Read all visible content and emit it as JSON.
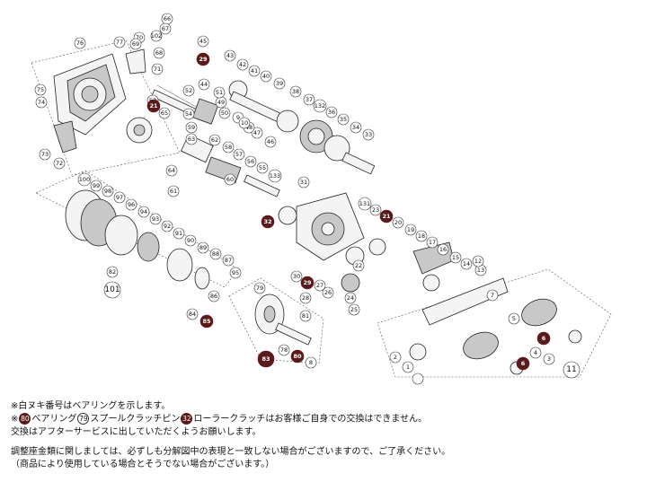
{
  "parts": [
    {
      "id": "66"
    },
    {
      "id": "67"
    },
    {
      "id": "76"
    },
    {
      "id": "77"
    },
    {
      "id": "70"
    },
    {
      "id": "69"
    },
    {
      "id": "102"
    },
    {
      "id": "68"
    },
    {
      "id": "71"
    },
    {
      "id": "72"
    },
    {
      "id": "73"
    },
    {
      "id": "74"
    },
    {
      "id": "75"
    },
    {
      "id": "45"
    },
    {
      "id": "43"
    },
    {
      "id": "42"
    },
    {
      "id": "41"
    },
    {
      "id": "40"
    },
    {
      "id": "39"
    },
    {
      "id": "38"
    },
    {
      "id": "37"
    },
    {
      "id": "132"
    },
    {
      "id": "36"
    },
    {
      "id": "35"
    },
    {
      "id": "34"
    },
    {
      "id": "33"
    },
    {
      "id": "44"
    },
    {
      "id": "52"
    },
    {
      "id": "53"
    },
    {
      "id": "65"
    },
    {
      "id": "47"
    },
    {
      "id": "46"
    },
    {
      "id": "48"
    },
    {
      "id": "49"
    },
    {
      "id": "50"
    },
    {
      "id": "51"
    },
    {
      "id": "54"
    },
    {
      "id": "9"
    },
    {
      "id": "10"
    },
    {
      "id": "59"
    },
    {
      "id": "63"
    },
    {
      "id": "62"
    },
    {
      "id": "58"
    },
    {
      "id": "57"
    },
    {
      "id": "56"
    },
    {
      "id": "55"
    },
    {
      "id": "133"
    },
    {
      "id": "60"
    },
    {
      "id": "61"
    },
    {
      "id": "64"
    },
    {
      "id": "31"
    },
    {
      "id": "131"
    },
    {
      "id": "23"
    },
    {
      "id": "20"
    },
    {
      "id": "19"
    },
    {
      "id": "18"
    },
    {
      "id": "17"
    },
    {
      "id": "16"
    },
    {
      "id": "15"
    },
    {
      "id": "14"
    },
    {
      "id": "13"
    },
    {
      "id": "12"
    },
    {
      "id": "22"
    },
    {
      "id": "24"
    },
    {
      "id": "25"
    },
    {
      "id": "26"
    },
    {
      "id": "27"
    },
    {
      "id": "28"
    },
    {
      "id": "30"
    },
    {
      "id": "100"
    },
    {
      "id": "99"
    },
    {
      "id": "98"
    },
    {
      "id": "97"
    },
    {
      "id": "96"
    },
    {
      "id": "94"
    },
    {
      "id": "93"
    },
    {
      "id": "92"
    },
    {
      "id": "91"
    },
    {
      "id": "90"
    },
    {
      "id": "89"
    },
    {
      "id": "88"
    },
    {
      "id": "87"
    },
    {
      "id": "86"
    },
    {
      "id": "84"
    },
    {
      "id": "95"
    },
    {
      "id": "82"
    },
    {
      "id": "79"
    },
    {
      "id": "81"
    },
    {
      "id": "78"
    },
    {
      "id": "8"
    },
    {
      "id": "7"
    },
    {
      "id": "5"
    },
    {
      "id": "4"
    },
    {
      "id": "3"
    },
    {
      "id": "2"
    },
    {
      "id": "1"
    }
  ],
  "highlighted_parts": [
    "29",
    "21",
    "32",
    "85",
    "80",
    "83",
    "6"
  ],
  "group_labels": [
    "101",
    "11"
  ],
  "notes": {
    "line1": "※白ヌキ番号はベアリングを示します。",
    "line2_prefix": "※",
    "badge_80": "80",
    "line2_a": "ベアリング",
    "badge_79": "79",
    "line2_b": "スプールクラッチピン",
    "badge_32": "32",
    "line2_c": "ローラークラッチはお客様ご自身での交換はできません。",
    "line3": "交換はアフターサービスに出していただくようお願いします。",
    "line4": "調整座金類に関しましては、必ずしも分解図中の表現と一致しない場合がございますので、ご了承ください。",
    "line5": "（商品により使用している場合とそうでない場合がございます。）"
  }
}
